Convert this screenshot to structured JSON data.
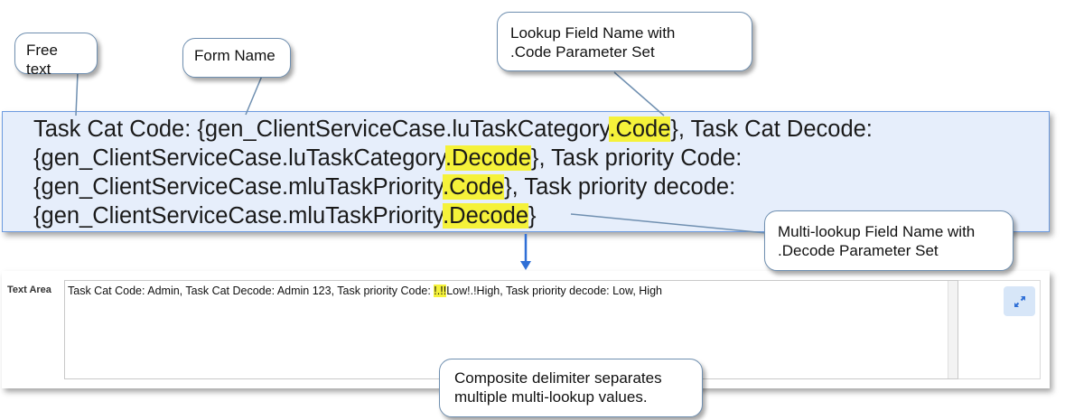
{
  "callouts": {
    "free_text": "Free text",
    "form_name": "Form Name",
    "lookup_line1": "Lookup Field Name with",
    "lookup_line2": ".Code Parameter Set",
    "multi_line1": "Multi-lookup Field Name with",
    "multi_line2": ".Decode Parameter Set",
    "delim_line1": "Composite delimiter separates",
    "delim_line2": "multiple multi-lookup values."
  },
  "formula": {
    "l1_a": "Task Cat Code: {gen_ClientServiceCase.luTaskCategory",
    "l1_hl": ".Code",
    "l1_b": "}, Task Cat Decode:",
    "l2_a": "{gen_ClientServiceCase.luTaskCategory",
    "l2_hl": ".Decode",
    "l2_b": "}, Task priority Code:",
    "l3_a": "{gen_ClientServiceCase.mluTaskPriority",
    "l3_hl": ".Code",
    "l3_b": "}, Task priority decode:",
    "l4_a": "{gen_ClientServiceCase.mluTaskPriority",
    "l4_hl": ".Decode",
    "l4_b": "}"
  },
  "form": {
    "label": "Text Area",
    "value_a": "Task Cat Code: Admin, Task Cat Decode: Admin 123, Task priority Code: ",
    "value_hl": "!.!!",
    "value_b": "Low!.!High, Task priority decode: Low, High"
  },
  "icons": {
    "expand": "expand-icon",
    "arrow": "down-arrow-icon"
  },
  "colors": {
    "highlight": "#f5f23a",
    "formula_bg": "#e6eefb",
    "formula_border": "#6d9be0",
    "arrow": "#2f6fd6",
    "button_bg": "#d7e6f8"
  }
}
